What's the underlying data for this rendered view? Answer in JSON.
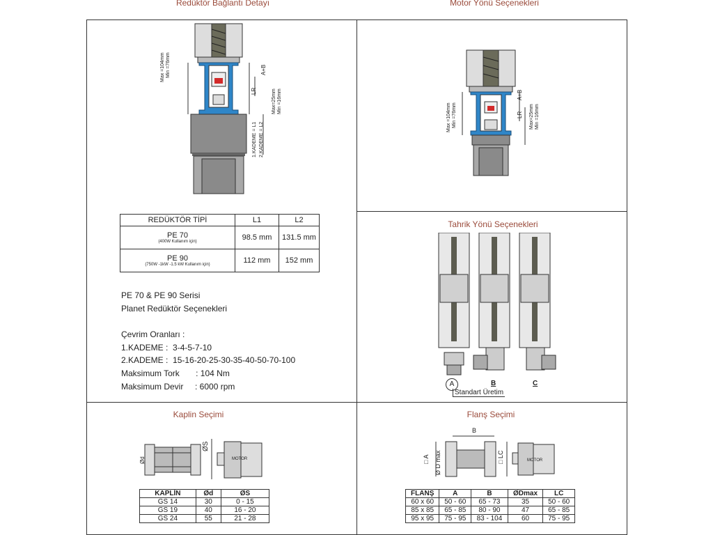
{
  "titles": {
    "reducer_connection": "Redüktör  Bağlantı Detayı",
    "motor_direction": "Motor Yönü Seçenekleri",
    "drive_direction": "Tahrik Yönü Seçenekleri",
    "coupling": "Kaplin Seçimi",
    "flange": "Flanş Seçimi"
  },
  "reducer_table": {
    "headers": [
      "REDÜKTÖR TİPİ",
      "L1",
      "L2"
    ],
    "rows": [
      {
        "type": "PE 70",
        "note": "(400W Kullanım için)",
        "l1": "98.5 mm",
        "l2": "131.5 mm"
      },
      {
        "type": "PE 90",
        "note": "(750W -1kW -1.5 kW Kullanım için)",
        "l1": "112 mm",
        "l2": "152 mm"
      }
    ]
  },
  "specs": {
    "series": "PE 70 & PE 90 Serisi",
    "series_sub": "Planet Redüktör Seçenekleri",
    "ratios_title": "Çevrim Oranları :",
    "stage1": "1.KADEME :  3-4-5-7-10",
    "stage2": "2.KADEME :  15-16-20-25-30-35-40-50-70-100",
    "torque": "Maksimum Tork       : 104 Nm",
    "speed": "Maksimum Devir     : 6000 rpm"
  },
  "dimension_labels": {
    "max_h": "Max  =104mm",
    "min_h": "Min  =76mm",
    "ab": "A+B",
    "lr": "LR",
    "max_lr": "Max=25mm",
    "min_lr": "Min =16mm",
    "l1": "1.KADEME = L1",
    "l2": "2.KADEME = L2"
  },
  "drive_options": {
    "a": "A",
    "b": "B",
    "c": "C",
    "standard": "Standart Üretim"
  },
  "coupling_table": {
    "headers": [
      "KAPLİN",
      "Ød",
      "ØS"
    ],
    "rows": [
      [
        "GS 14",
        "30",
        "0 - 15"
      ],
      [
        "GS 19",
        "40",
        "16 - 20"
      ],
      [
        "GS 24",
        "55",
        "21 - 28"
      ]
    ],
    "label_d": "Ød",
    "label_s": "ØS",
    "motor": "MOTOR"
  },
  "flange_table": {
    "headers": [
      "FLANŞ",
      "A",
      "B",
      "ØDmax",
      "LC"
    ],
    "rows": [
      [
        "60 x 60",
        "50 - 60",
        "65 - 73",
        "35",
        "50 - 60"
      ],
      [
        "85 x 85",
        "65 - 85",
        "80 - 90",
        "47",
        "65 - 85"
      ],
      [
        "95 x 95",
        "75 - 95",
        "83 - 104",
        "60",
        "75 - 95"
      ]
    ],
    "label_b": "B",
    "label_a": "□ A",
    "label_d": "Ø D max",
    "label_lc": "□ LC",
    "motor": "MOTOR"
  },
  "colors": {
    "title": "#9a4a3a",
    "accent_blue": "#2f86c8",
    "accent_red": "#d32a2a"
  }
}
